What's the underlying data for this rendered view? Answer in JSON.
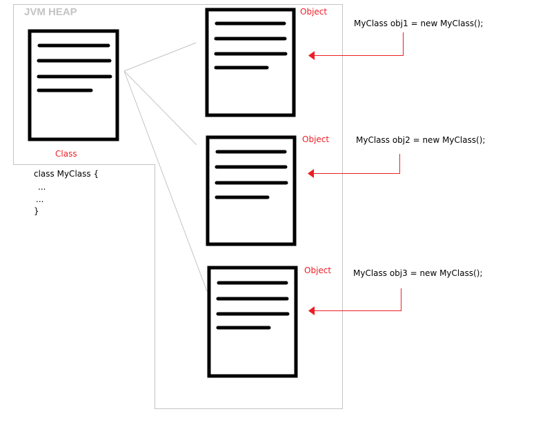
{
  "heap_title": "JVM HEAP",
  "class_label": "Class",
  "class_code": [
    "class  MyClass {",
    "...",
    "...",
    "}"
  ],
  "objects": [
    {
      "label": "Object",
      "statement": "MyClass  obj1 = new MyClass();"
    },
    {
      "label": "Object",
      "statement": "MyClass obj2  = new MyClass();"
    },
    {
      "label": "Object",
      "statement": "MyClass obj3 = new MyClass();"
    }
  ],
  "colors": {
    "accent": "#ee1c24",
    "outline": "#c3c3c3",
    "doc": "#000000"
  }
}
